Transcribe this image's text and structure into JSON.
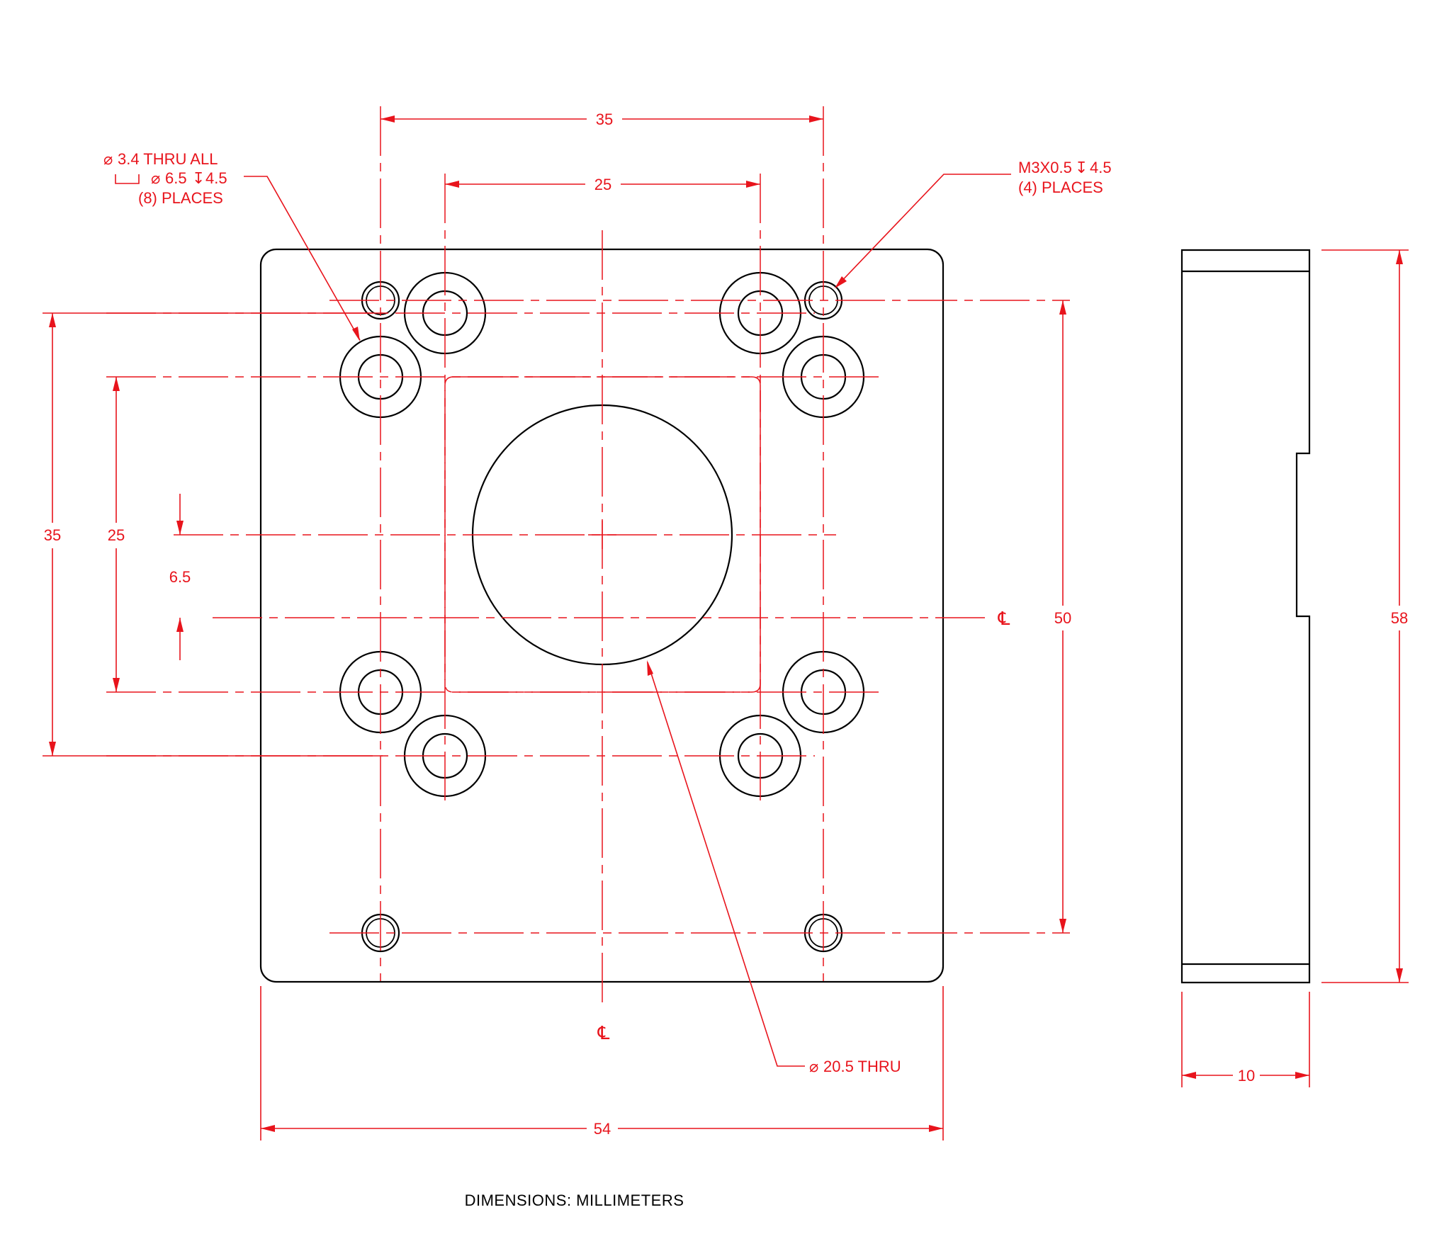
{
  "colors": {
    "object_lines": "#000000",
    "dimensions": "#e8141c",
    "background": "#ffffff"
  },
  "dimensions": {
    "top_outer": "35",
    "top_inner": "25",
    "left_outer": "35",
    "left_inner": "25",
    "offset": "6.5",
    "right_height": "50",
    "bottom_width": "54",
    "side_height": "58",
    "side_thickness": "10"
  },
  "notes": {
    "counterbore": {
      "line1_sym": "⌀",
      "line1": "3.4 THRU ALL",
      "line2_sym": "⌴ ⌀",
      "line2": "6.5",
      "line2_depth_sym": "↧",
      "line2_depth": "4.5",
      "line3": "(8) PLACES"
    },
    "tapped": {
      "line1": "M3X0.5",
      "line1_depth_sym": "↧",
      "line1_depth": "4.5",
      "line2": "(4) PLACES"
    },
    "bore": {
      "sym": "⌀",
      "text": "20.5 THRU"
    }
  },
  "centerline_symbol": "℄",
  "units_label": "DIMENSIONS:  MILLIMETERS"
}
